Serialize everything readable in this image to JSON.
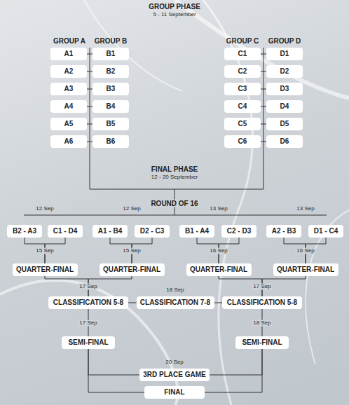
{
  "diagram": {
    "title": "GROUP PHASE",
    "nodes": [
      {
        "text": [
          "A1"
        ]
      },
      {
        "text": [
          "B1"
        ]
      },
      {
        "text": [
          "C1"
        ]
      },
      {
        "text": [
          "D1"
        ]
      },
      {
        "text": [
          "A2"
        ]
      },
      {
        "text": [
          "B2"
        ]
      },
      {
        "text": [
          "C2"
        ]
      },
      {
        "text": [
          "D2"
        ]
      },
      {
        "text": [
          "A3"
        ]
      },
      {
        "text": [
          "B3"
        ]
      },
      {
        "text": [
          "C3"
        ]
      },
      {
        "text": [
          "D3"
        ]
      },
      {
        "text": [
          "A4"
        ]
      },
      {
        "text": [
          "B4"
        ]
      },
      {
        "text": [
          "C4"
        ]
      },
      {
        "text": [
          "D4"
        ]
      },
      {
        "text": [
          "A5"
        ]
      },
      {
        "text": [
          "B5"
        ]
      },
      {
        "text": [
          "C5"
        ]
      },
      {
        "text": [
          "D5"
        ]
      },
      {
        "text": [
          "A6"
        ]
      },
      {
        "text": [
          "B6"
        ]
      },
      {
        "text": [
          "C6"
        ]
      },
      {
        "text": [
          "D6"
        ]
      },
      {
        "text": [
          "B2 - A3"
        ]
      },
      {
        "text": [
          "C1 - D4"
        ]
      },
      {
        "text": [
          "A1 - B4"
        ]
      },
      {
        "text": [
          "D2 - C3"
        ]
      },
      {
        "text": [
          "B1 - A4"
        ]
      },
      {
        "text": [
          "C2 - D3"
        ]
      },
      {
        "text": [
          "A2 - B3"
        ]
      },
      {
        "text": [
          "D1 - C4"
        ]
      },
      {
        "text": [
          "QUARTER-FINAL"
        ]
      },
      {
        "text": [
          "QUARTER-FINAL"
        ]
      },
      {
        "text": [
          "QUARTER-FINAL"
        ]
      },
      {
        "text": [
          "QUARTER-FINAL"
        ]
      },
      {
        "text": [
          "CLASSIFICATION 5-8"
        ]
      },
      {
        "text": [
          "CLASSIFICATION 7-8"
        ]
      },
      {
        "text": [
          "CLASSIFICATION 5-8"
        ]
      },
      {
        "text": [
          "SEMI-FINAL"
        ]
      },
      {
        "text": [
          "SEMI-FINAL"
        ]
      },
      {
        "text": [
          "3RD PLACE GAME"
        ]
      },
      {
        "text": [
          "FINAL"
        ]
      }
    ],
    "edges": [
      {
        "from": 24,
        "to": 32,
        "arrow": "none"
      },
      {
        "from": 25,
        "to": 32,
        "arrow": "none"
      },
      {
        "from": 26,
        "to": 33,
        "arrow": "none"
      },
      {
        "from": 27,
        "to": 33,
        "arrow": "none"
      },
      {
        "from": 28,
        "to": 34,
        "arrow": "none"
      },
      {
        "from": 29,
        "to": 34,
        "arrow": "none"
      },
      {
        "from": 30,
        "to": 35,
        "arrow": "none"
      },
      {
        "from": 31,
        "to": 35,
        "arrow": "none"
      },
      {
        "from": 32,
        "to": 36,
        "arrow": "none"
      },
      {
        "from": 33,
        "to": 36,
        "arrow": "none"
      },
      {
        "from": 34,
        "to": 38,
        "arrow": "none"
      },
      {
        "from": 35,
        "to": 38,
        "arrow": "none"
      },
      {
        "from": 36,
        "to": 37,
        "arrow": "none"
      },
      {
        "from": 38,
        "to": 37,
        "arrow": "none"
      },
      {
        "from": 36,
        "to": 39,
        "arrow": "none"
      },
      {
        "from": 38,
        "to": 40,
        "arrow": "none"
      },
      {
        "from": 39,
        "to": 41,
        "arrow": "none"
      },
      {
        "from": 39,
        "to": 42,
        "arrow": "none"
      },
      {
        "from": 40,
        "to": 41,
        "arrow": "none"
      },
      {
        "from": 40,
        "to": 42,
        "arrow": "none"
      }
    ],
    "labels": [
      "5 - 11 September",
      "GROUP A",
      "GROUP B",
      "GROUP C",
      "GROUP D",
      "FINAL PHASE",
      "12 - 20 September",
      "ROUND OF 16",
      "12 Sep",
      "12 Sep",
      "13 Sep",
      "13 Sep",
      "15 Sep",
      "15 Sep",
      "16 Sep",
      "16 Sep",
      "17 Sep",
      "18 Sep",
      "17 Sep",
      "17 Sep",
      "18 Sep",
      "20 Sep"
    ]
  }
}
